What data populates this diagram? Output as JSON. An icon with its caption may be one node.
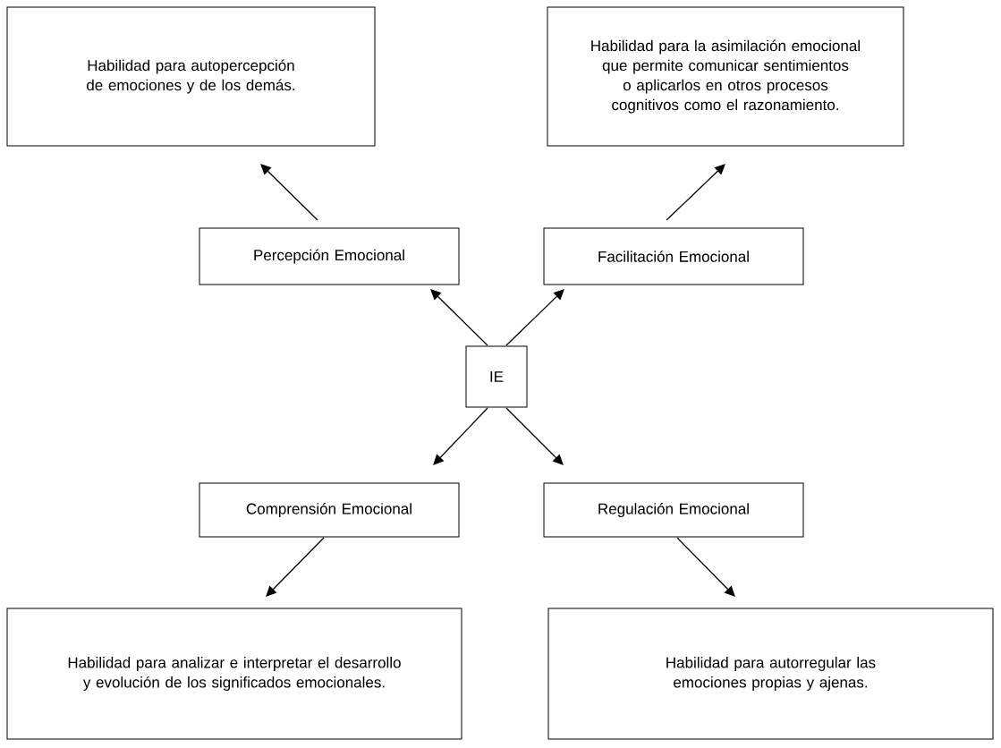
{
  "diagram": {
    "nodes": [
      {
        "text": [
          "IE"
        ]
      },
      {
        "text": [
          "Percepción Emocional"
        ]
      },
      {
        "text": [
          "Facilitación Emocional"
        ]
      },
      {
        "text": [
          "Comprensión Emocional"
        ]
      },
      {
        "text": [
          "Regulación Emocional"
        ]
      },
      {
        "text": [
          "Habilidad para autopercepción de emociones y de los demás."
        ]
      },
      {
        "text": [
          "Habilidad para la asimilación emocional que permite comunicar sentimientos o aplicarlos en otros procesos cognitivos como el razonamiento."
        ]
      },
      {
        "text": [
          "Habilidad para analizar e interpretar el desarrollo y evolución de los significados emocionales."
        ]
      },
      {
        "text": [
          "Habilidad para autorregular las emociones propias y ajenas."
        ]
      }
    ],
    "edges": [
      {
        "from": 0,
        "to": 1,
        "arrow": "to"
      },
      {
        "from": 0,
        "to": 2,
        "arrow": "to"
      },
      {
        "from": 0,
        "to": 3,
        "arrow": "to"
      },
      {
        "from": 0,
        "to": 4,
        "arrow": "to"
      },
      {
        "from": 1,
        "to": 5,
        "arrow": "to"
      },
      {
        "from": 2,
        "to": 6,
        "arrow": "to"
      },
      {
        "from": 3,
        "to": 7,
        "arrow": "to"
      },
      {
        "from": 4,
        "to": 8,
        "arrow": "to"
      }
    ]
  }
}
